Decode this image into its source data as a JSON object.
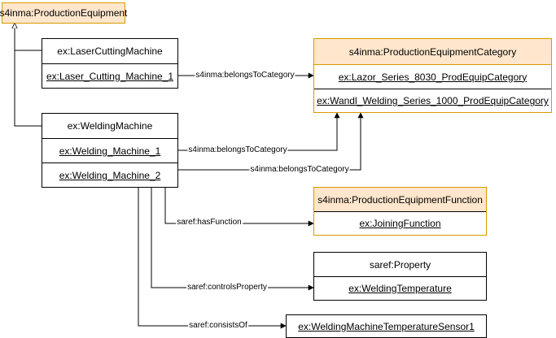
{
  "classes": {
    "production_equipment": "s4inma:ProductionEquipment",
    "laser_cutting_machine": "ex:LaserCuttingMachine",
    "welding_machine": "ex:WeldingMachine",
    "production_equipment_category": "s4inma:ProductionEquipmentCategory",
    "production_equipment_function": "s4inma:ProductionEquipmentFunction",
    "saref_property": "saref:Property"
  },
  "instances": {
    "laser_cutting_machine_1": "ex:Laser_Cutting_Machine_1",
    "welding_machine_1": "ex:Welding_Machine_1",
    "welding_machine_2": "ex:Welding_Machine_2",
    "lazor_category": "ex:Lazor_Series_8030_ProdEquipCategory",
    "wandl_category": "ex:Wandl_Welding_Series_1000_ProdEquipCategory",
    "joining_function": "ex:JoiningFunction",
    "welding_temperature": "ex:WeldingTemperature",
    "temperature_sensor": "ex:WeldingMachineTemperatureSensor1"
  },
  "relations": {
    "belongs_to_category_1": "s4inma:belongsToCategory",
    "belongs_to_category_2": "s4inma:belongsToCategory",
    "belongs_to_category_3": "s4inma:belongsToCategory",
    "has_function": "saref:hasFunction",
    "controls_property": "saref:controlsProperty",
    "consists_of": "saref:consistsOf"
  },
  "colors": {
    "class_fill": "#ffe6cc",
    "class_stroke": "#d79b00",
    "line": "#000000"
  }
}
